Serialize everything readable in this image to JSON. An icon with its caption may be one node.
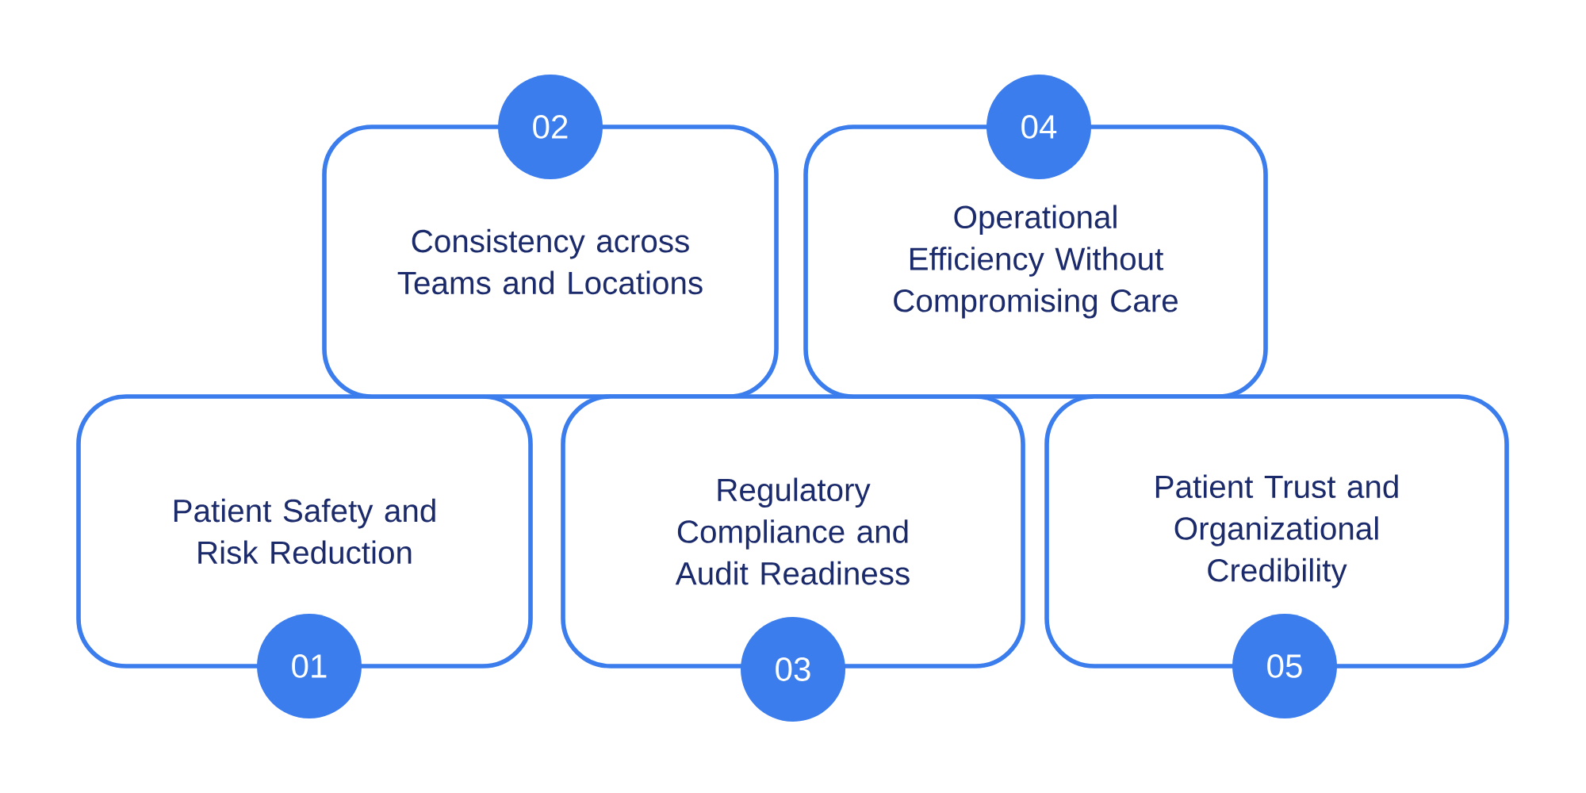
{
  "diagram": {
    "nodes": [
      {
        "text": [
          "Patient Safety and Risk Reduction"
        ]
      },
      {
        "text": [
          "01"
        ]
      },
      {
        "text": [
          "Consistency across Teams and Locations"
        ]
      },
      {
        "text": [
          "02"
        ]
      },
      {
        "text": [
          "Regulatory Compliance and Audit Readiness"
        ]
      },
      {
        "text": [
          "03"
        ]
      },
      {
        "text": [
          "Operational Efficiency Without Compromising Care"
        ]
      },
      {
        "text": [
          "04"
        ]
      },
      {
        "text": [
          "Patient Trust and Organizational Credibility"
        ]
      },
      {
        "text": [
          "05"
        ]
      }
    ],
    "edges": []
  }
}
